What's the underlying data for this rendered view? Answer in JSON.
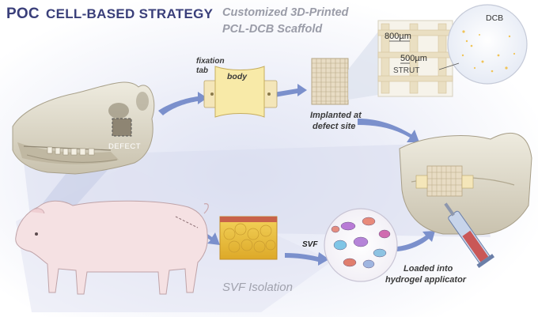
{
  "header": {
    "title_prefix": "POC",
    "title_rest": "CELL-BASED STRATEGY",
    "subtitle_line1": "Customized 3D-Printed",
    "subtitle_line2": "PCL-DCB Scaffold"
  },
  "scaffold_labels": {
    "fixation_tab_line1": "fixation",
    "fixation_tab_line2": "tab",
    "body": "body",
    "implanted_line1": "Implanted at",
    "implanted_line2": "defect site"
  },
  "detail": {
    "spacing_800": "800µm",
    "spacing_500": "500µm",
    "strut": "STRUT",
    "dcb": "DCB"
  },
  "skull": {
    "defect": "DEFECT"
  },
  "svf": {
    "title": "SVF Isolation",
    "small_label": "SVF",
    "loaded_line1": "Loaded into",
    "loaded_line2": "hydrogel applicator"
  },
  "colors": {
    "title": "#3a3f7a",
    "arrow": "#6f86c6",
    "subtitle": "#9a9ca8"
  }
}
